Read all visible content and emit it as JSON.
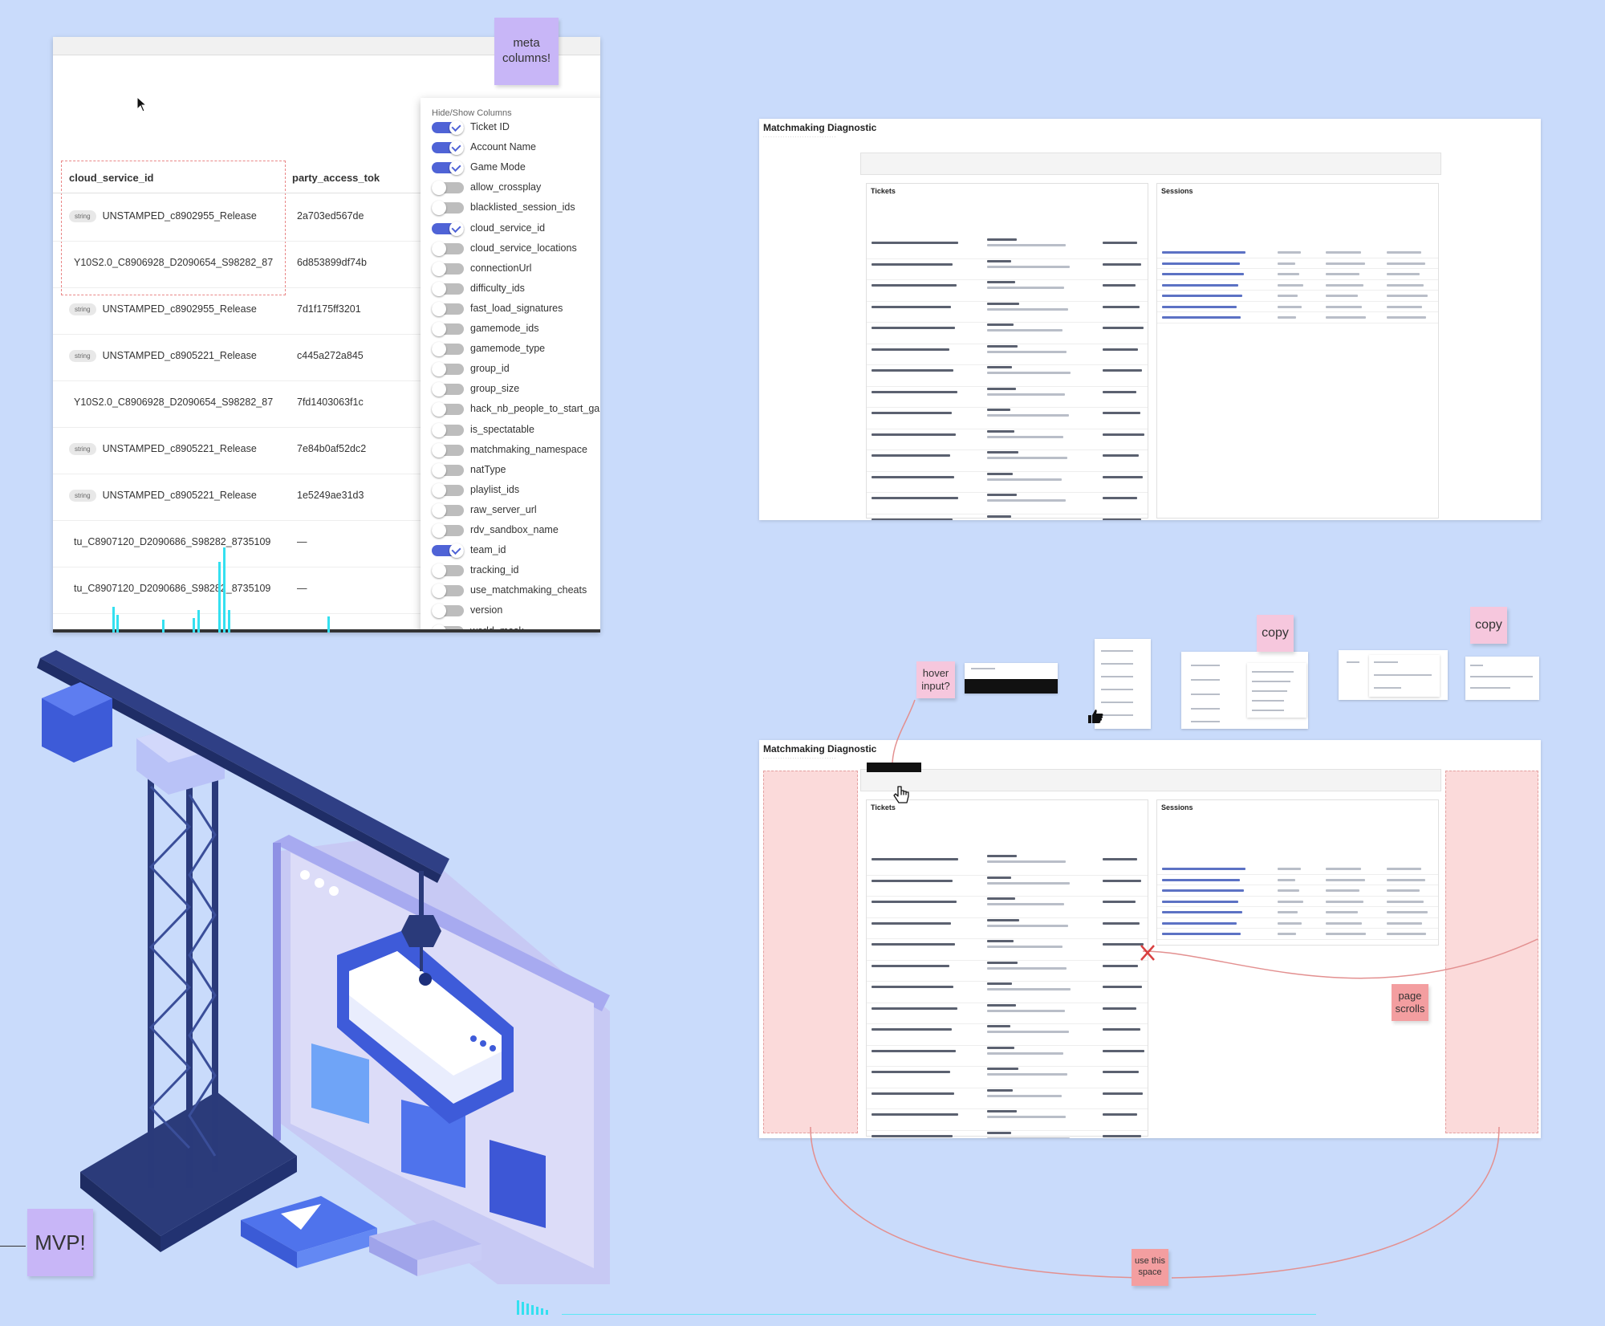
{
  "notes": {
    "meta_columns": "meta columns!",
    "hover_input": "hover input?",
    "copy_1": "copy",
    "copy_2": "copy",
    "page_scrolls": "page scrolls",
    "use_this_space": "use this space",
    "mvp": "MVP!"
  },
  "table": {
    "headers": [
      "cloud_service_id",
      "party_access_tok"
    ],
    "badge_label": "string",
    "rows": [
      {
        "id": "UNSTAMPED_c8902955_Release",
        "badge": true,
        "token": "2a703ed567de"
      },
      {
        "id": "Y10S2.0_C8906928_D2090654_S98282_87",
        "badge": false,
        "token": "6d853899df74b"
      },
      {
        "id": "UNSTAMPED_c8902955_Release",
        "badge": true,
        "token": "7d1f175ff3201"
      },
      {
        "id": "UNSTAMPED_c8905221_Release",
        "badge": true,
        "token": "c445a272a845"
      },
      {
        "id": "Y10S2.0_C8906928_D2090654_S98282_87",
        "badge": false,
        "token": "7fd1403063f1c"
      },
      {
        "id": "UNSTAMPED_c8905221_Release",
        "badge": true,
        "token": "7e84b0af52dc2"
      },
      {
        "id": "UNSTAMPED_c8905221_Release",
        "badge": true,
        "token": "1e5249ae31d3"
      },
      {
        "id": "tu_C8907120_D2090686_S98282_8735109",
        "badge": false,
        "token": "—"
      },
      {
        "id": "tu_C8907120_D2090686_S98282_8735109",
        "badge": false,
        "token": "—"
      }
    ]
  },
  "column_panel": {
    "title": "Hide/Show Columns",
    "columns": [
      {
        "label": "Ticket ID",
        "on": true
      },
      {
        "label": "Account Name",
        "on": true
      },
      {
        "label": "Game Mode",
        "on": true
      },
      {
        "label": "allow_crossplay",
        "on": false
      },
      {
        "label": "blacklisted_session_ids",
        "on": false
      },
      {
        "label": "cloud_service_id",
        "on": true
      },
      {
        "label": "cloud_service_locations",
        "on": false
      },
      {
        "label": "connectionUrl",
        "on": false
      },
      {
        "label": "difficulty_ids",
        "on": false
      },
      {
        "label": "fast_load_signatures",
        "on": false
      },
      {
        "label": "gamemode_ids",
        "on": false
      },
      {
        "label": "gamemode_type",
        "on": false
      },
      {
        "label": "group_id",
        "on": false
      },
      {
        "label": "group_size",
        "on": false
      },
      {
        "label": "hack_nb_people_to_start_game",
        "on": false
      },
      {
        "label": "is_spectatable",
        "on": false
      },
      {
        "label": "matchmaking_namespace",
        "on": false
      },
      {
        "label": "natType",
        "on": false
      },
      {
        "label": "playlist_ids",
        "on": false
      },
      {
        "label": "raw_server_url",
        "on": false
      },
      {
        "label": "rdv_sandbox_name",
        "on": false
      },
      {
        "label": "team_id",
        "on": true
      },
      {
        "label": "tracking_id",
        "on": false
      },
      {
        "label": "use_matchmaking_cheats",
        "on": false
      },
      {
        "label": "version",
        "on": false
      },
      {
        "label": "world_mask",
        "on": false
      }
    ]
  },
  "diagnostic": {
    "title": "Matchmaking Diagnostic",
    "tickets_title": "Tickets",
    "sessions_title": "Sessions"
  },
  "colors": {
    "background": "#c9dbfb",
    "toggle_on": "#4f63d6",
    "sticky_purple": "#c8b6f7",
    "sticky_pink": "#f6c7dd",
    "sticky_salmon": "#f39ea0",
    "dashed_red": "#e98787",
    "spark_cyan": "#34e0f0"
  },
  "icons": [
    "cursor-arrow-icon",
    "pointer-hand-icon",
    "thumbs-up-icon",
    "crane-illustration"
  ]
}
